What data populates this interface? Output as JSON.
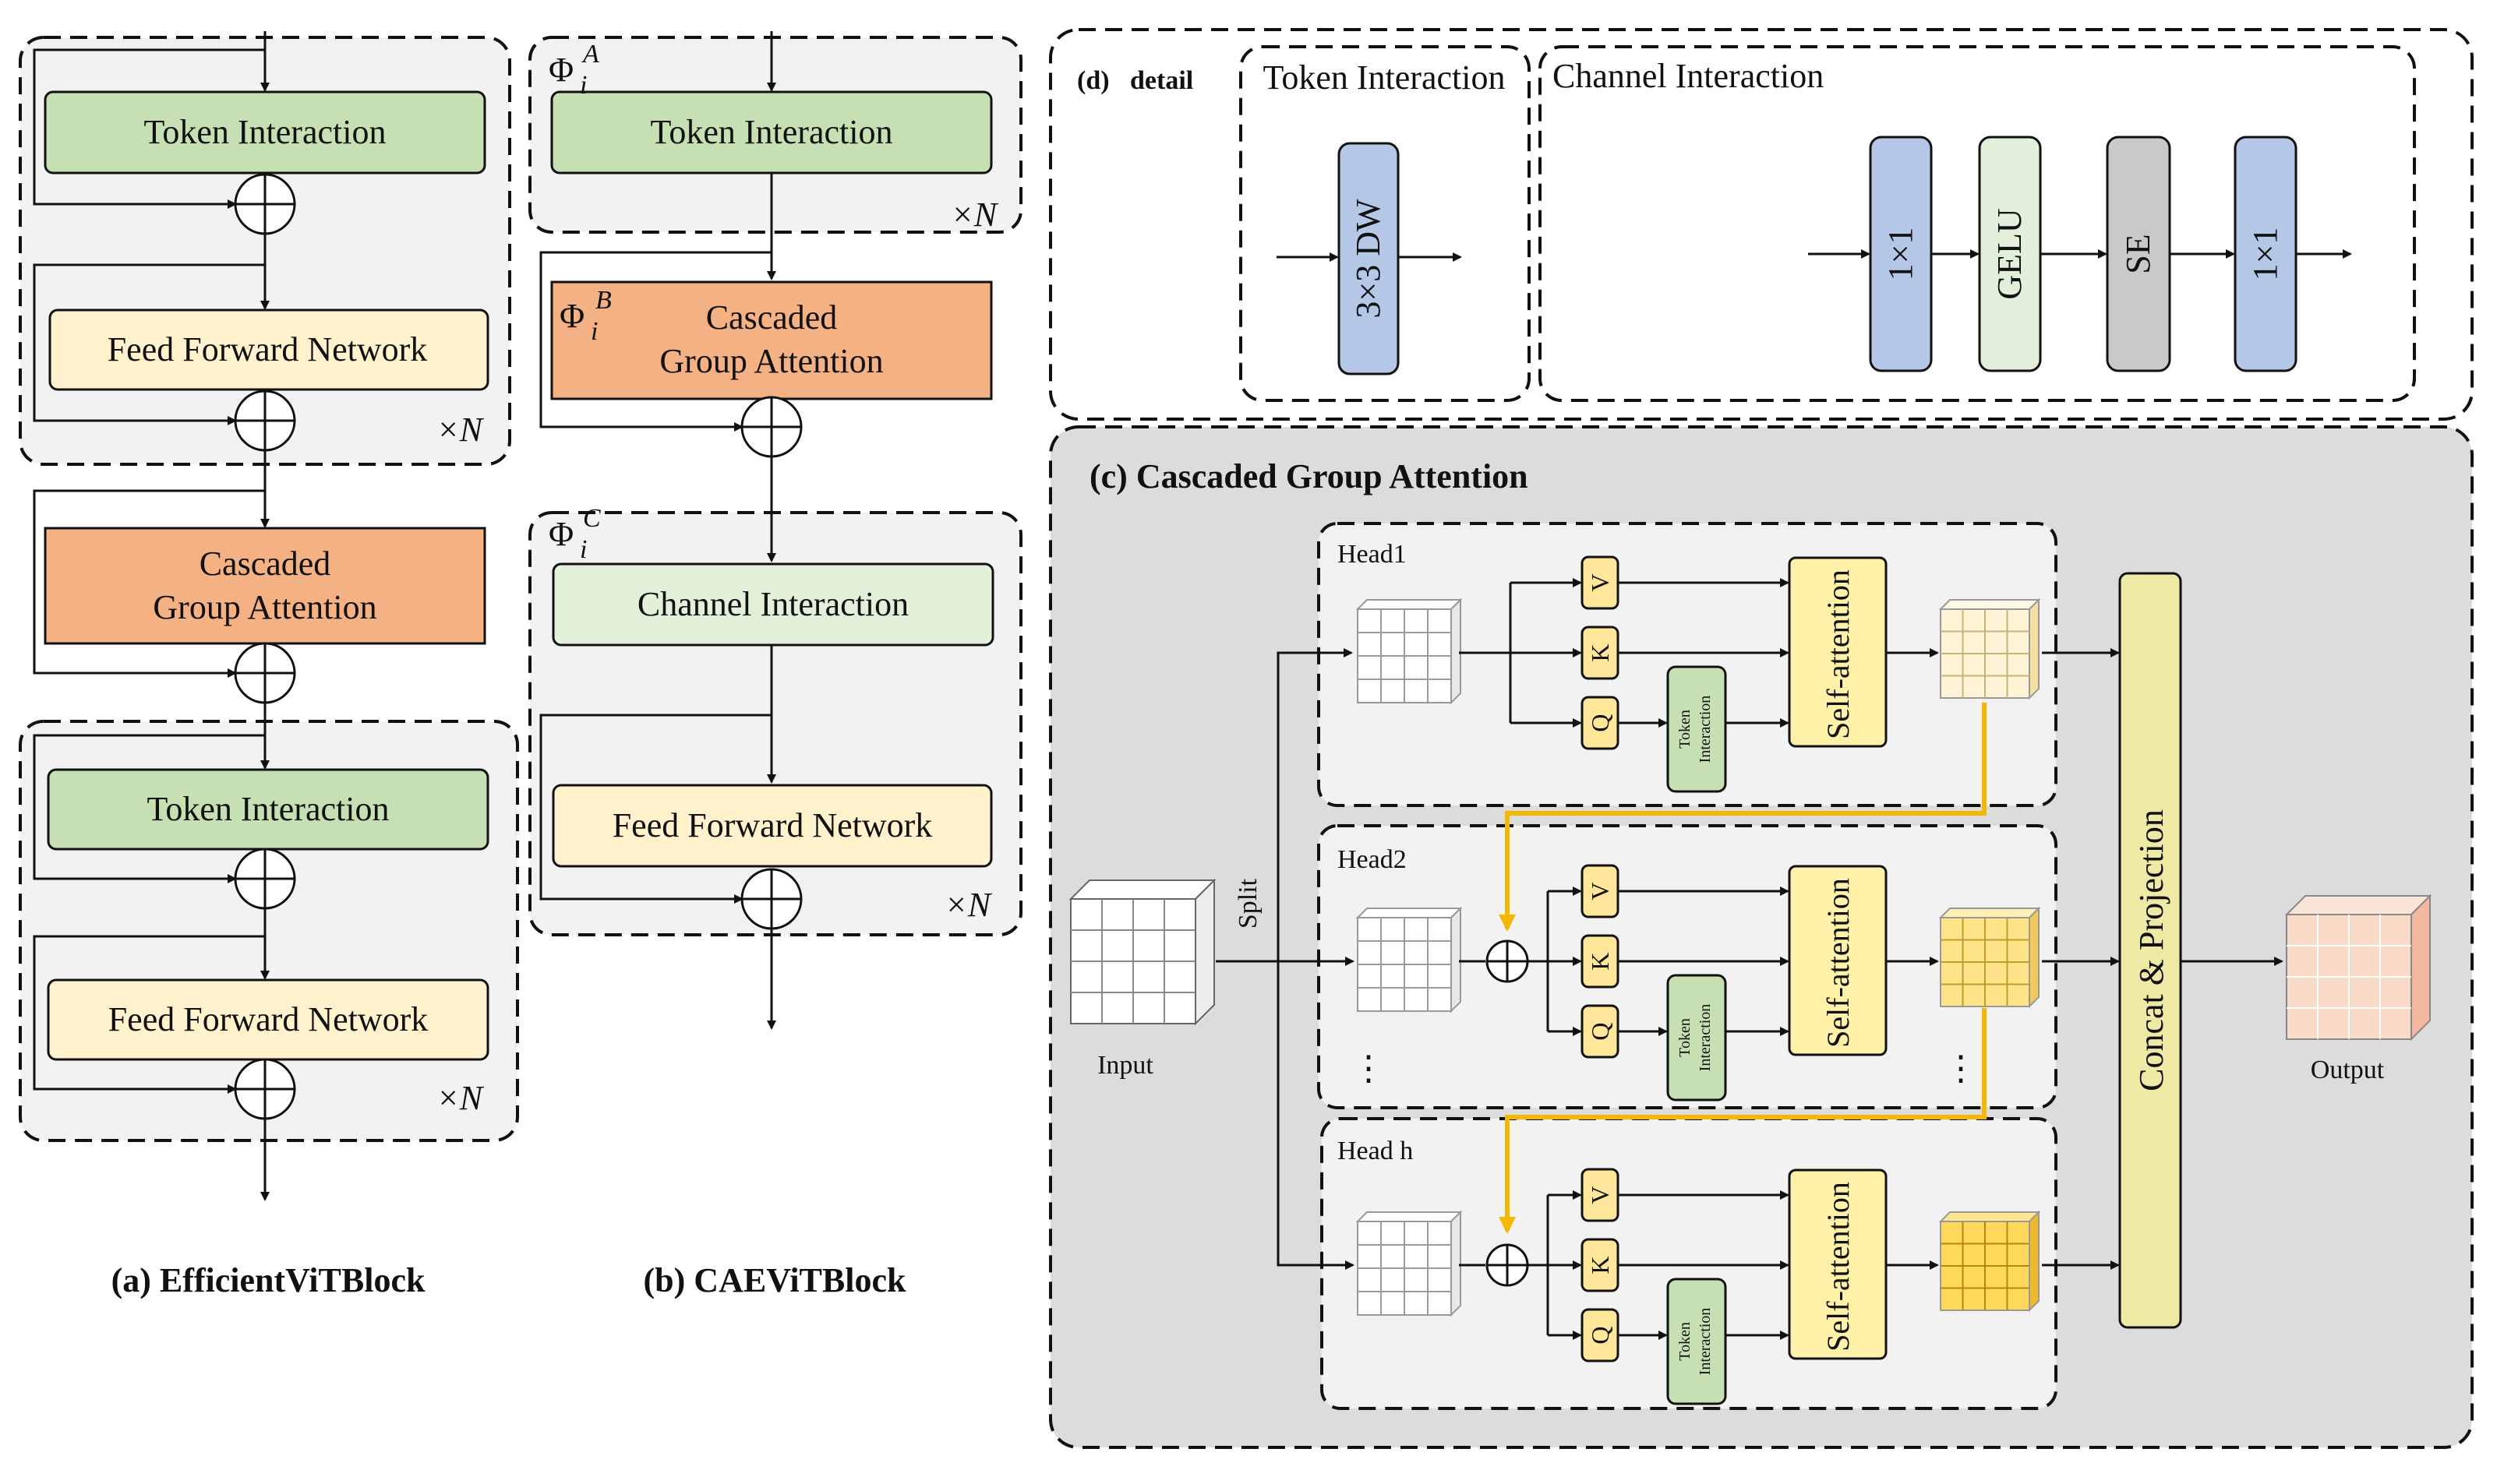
{
  "panel_a": {
    "caption": "(a) EfficientViTBlock",
    "token_interaction": "Token Interaction",
    "ffn": "Feed Forward Network",
    "cga_line1": "Cascaded",
    "cga_line2": "Group Attention",
    "repeat": "×N"
  },
  "panel_b": {
    "caption": "(b) CAEViTBlock",
    "phi": "Φ",
    "sub_i": "i",
    "sup_a": "A",
    "sup_b": "B",
    "sup_c": "C",
    "token_interaction": "Token Interaction",
    "cga_line1": "Cascaded",
    "cga_line2": "Group Attention",
    "channel_interaction": "Channel Interaction",
    "ffn": "Feed Forward Network",
    "repeat": "×N"
  },
  "panel_d": {
    "title_prefix": "(d)",
    "title_word": "detail",
    "token_title": "Token Interaction",
    "dw": "3×3 DW",
    "channel_title": "Channel Interaction",
    "conv1": "1×1",
    "gelu": "GELU",
    "se": "SE",
    "conv2": "1×1"
  },
  "panel_c": {
    "title": "(c) Cascaded Group Attention",
    "input": "Input",
    "split": "Split",
    "output": "Output",
    "concat": "Concat & Projection",
    "v": "V",
    "k": "K",
    "q": "Q",
    "self_attention": "Self-attention",
    "ti_line1": "Token",
    "ti_line2": "Interaction",
    "heads": [
      {
        "name": "Head1"
      },
      {
        "name": "Head2"
      },
      {
        "name": "Head h"
      }
    ],
    "vdots": "⋮"
  },
  "colors": {
    "token_green": "#c6e0b4",
    "ffn_yellow": "#fff2cc",
    "cga_orange": "#f4b183",
    "channel_green": "#e2efd9",
    "conv_blue": "#b4c7e7",
    "gelu_green": "#e2efda",
    "se_gray": "#c9c9c9",
    "qkv_yellow": "#ffe699",
    "self_attn_yellow": "#fff2a8",
    "concat_yellow": "#eeeaa6",
    "cascade_orange": "#f5b800",
    "panel_gray": "#dcdcdc",
    "block_gray": "#f2f2f2"
  }
}
